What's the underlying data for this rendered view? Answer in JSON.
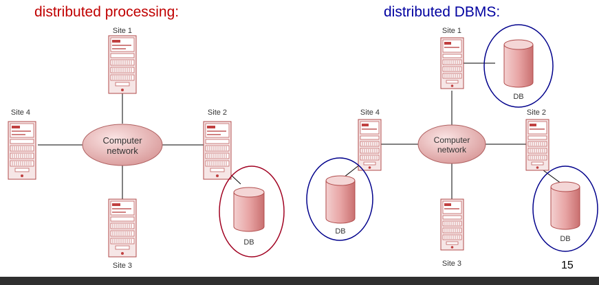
{
  "headings": {
    "left": "distributed processing:",
    "right": "distributed DBMS:"
  },
  "page_number": "15",
  "colors": {
    "left_heading": "#c00000",
    "right_heading": "#0000a0",
    "left_db_circle": "#a00020",
    "right_db_circle": "#00008b",
    "network_fill": "#e8b4b4",
    "server_body": "#f4e2e2",
    "server_edge": "#b04a4a"
  },
  "left_diagram": {
    "network_label_line1": "Computer",
    "network_label_line2": "network",
    "site1": "Site 1",
    "site2": "Site 2",
    "site3": "Site 3",
    "site4": "Site 4",
    "db": "DB"
  },
  "right_diagram": {
    "network_label_line1": "Computer",
    "network_label_line2": "network",
    "site1": "Site 1",
    "site2": "Site 2",
    "site3": "Site 3",
    "site4": "Site 4",
    "db_site1": "DB",
    "db_site2": "DB",
    "db_site4": "DB"
  }
}
